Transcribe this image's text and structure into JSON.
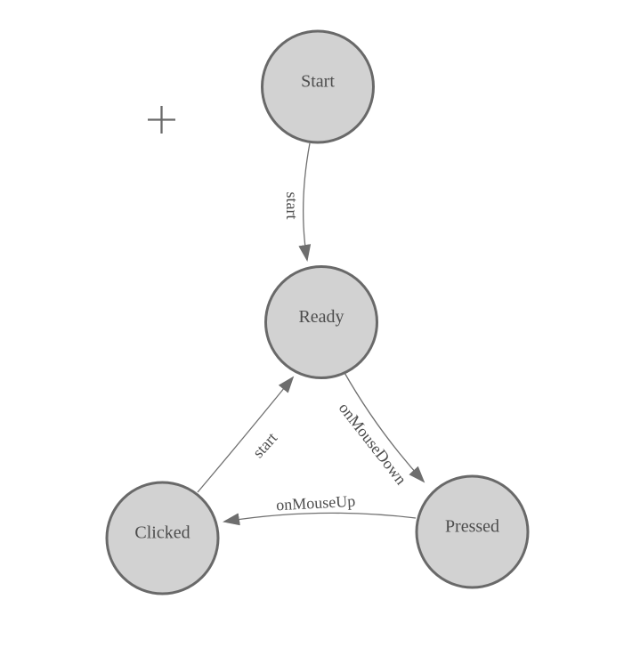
{
  "canvas": {
    "background": "#ffffff",
    "colors": {
      "node_fill": "#d2d2d2",
      "node_border": "#696969",
      "edge_line": "#707070",
      "arrowhead": "#6e6e6e",
      "label_text": "#4d4d4d",
      "crosshair": "#696969"
    },
    "nodes": [
      {
        "id": "start",
        "label": "Start"
      },
      {
        "id": "ready",
        "label": "Ready"
      },
      {
        "id": "clicked",
        "label": "Clicked"
      },
      {
        "id": "pressed",
        "label": "Pressed"
      }
    ],
    "edges": [
      {
        "id": "start-to-ready",
        "label": "start",
        "from": "Start",
        "to": "Ready"
      },
      {
        "id": "clicked-to-ready",
        "label": "start",
        "from": "Clicked",
        "to": "Ready"
      },
      {
        "id": "ready-to-pressed",
        "label": "onMouseDown",
        "from": "Ready",
        "to": "Pressed"
      },
      {
        "id": "pressed-to-clicked",
        "label": "onMouseUp",
        "from": "Pressed",
        "to": "Clicked"
      }
    ],
    "crosshair_icon": "plus"
  }
}
